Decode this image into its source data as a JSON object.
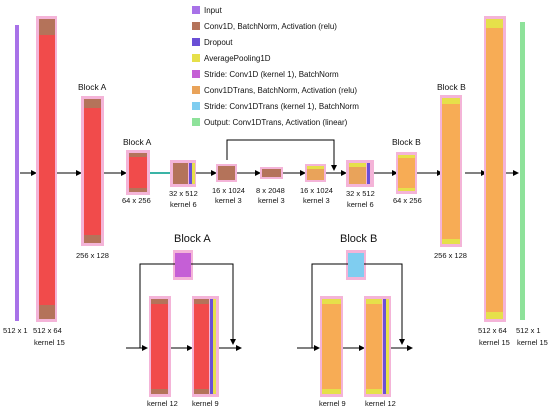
{
  "colors": {
    "input": "#a872e8",
    "conv": "#b4735a",
    "dropout": "#6a4fd6",
    "avgpool": "#e6e04a",
    "stride_conv": "#c55fd6",
    "convtrans": "#e9a35a",
    "stride_convtrans": "#7fcdf0",
    "output": "#8ee29a",
    "block_a": "#f14b4b",
    "block_b": "#f7ac55",
    "teal": "#3ab4a6",
    "glow": "#f4b4d8",
    "line": "#000000"
  },
  "legend": [
    {
      "label": "Input",
      "color_key": "input"
    },
    {
      "label": "Conv1D, BatchNorm, Activation (relu)",
      "color_key": "conv"
    },
    {
      "label": "Dropout",
      "color_key": "dropout"
    },
    {
      "label": "AveragePooling1D",
      "color_key": "avgpool"
    },
    {
      "label": "Stride: Conv1D (kernel 1), BatchNorm",
      "color_key": "stride_conv"
    },
    {
      "label": "Conv1DTrans, BatchNorm, Activation (relu)",
      "color_key": "convtrans"
    },
    {
      "label": "Stride: Conv1DTrans (kernel 1), BatchNorm",
      "color_key": "stride_convtrans"
    },
    {
      "label": "Output: Conv1DTrans, Activation (linear)",
      "color_key": "output"
    }
  ],
  "labels": {
    "input_shape": "512 x 1",
    "first_shape": "512 x 64",
    "first_kernel": "kernel 15",
    "block_a_1": "Block A",
    "block_a_1_shape": "256 x 128",
    "block_a_2": "Block A",
    "block_a_2_shape": "64 x 256",
    "conv_1_shape": "32 x 512",
    "conv_1_kernel": "kernel 6",
    "conv_2_shape": "16 x 1024",
    "conv_2_kernel": "kernel 3",
    "dense_shape": "8 x 2048",
    "dense_kernel": "kernel 3",
    "deconv_1_shape": "16 x 1024",
    "deconv_1_kernel": "kernel 3",
    "deconv_2_shape": "32 x 512",
    "deconv_2_kernel": "kernel 6",
    "block_b_1": "Block B",
    "block_b_1_shape": "64 x 256",
    "block_b_2": "Block B",
    "block_b_2_shape": "256 x 128",
    "last_shape": "512 x 64",
    "last_kernel": "kernel 15",
    "output_shape": "512 x 1",
    "output_kernel": "kernel 15",
    "detail_a_title": "Block A",
    "detail_a_k1": "kernel 12",
    "detail_a_k2": "kernel 9",
    "detail_b_title": "Block B",
    "detail_b_k1": "kernel 9",
    "detail_b_k2": "kernel 12"
  }
}
